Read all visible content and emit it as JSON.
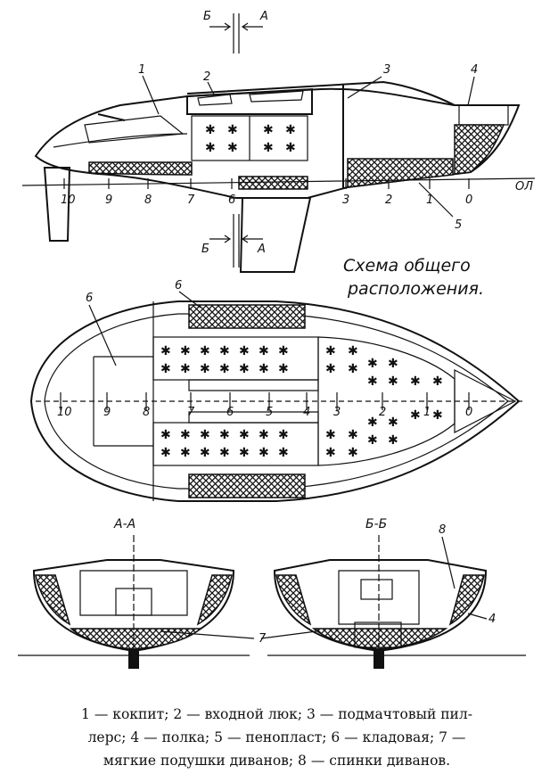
{
  "diagram": {
    "title_line1": "Схема общего",
    "title_line2": "расположения.",
    "section_AA": "А-А",
    "section_BB": "Б-Б",
    "cut_letter_b": "Б",
    "cut_letter_a": "А",
    "baseline_label": "ОЛ",
    "station_numbers_side": [
      "10",
      "9",
      "8",
      "7",
      "6",
      "3",
      "2",
      "1",
      "0"
    ],
    "station_numbers_plan": [
      "10",
      "9",
      "8",
      "7",
      "6",
      "5",
      "4",
      "3",
      "2",
      "1",
      "0"
    ],
    "callouts": {
      "c1": "1",
      "c2": "2",
      "c3": "3",
      "c4": "4",
      "c5": "5",
      "c6a": "6",
      "c6b": "6",
      "c7": "7",
      "c8": "8",
      "c4b": "4"
    }
  },
  "legend": {
    "line1": "1 — кокпит; 2 — входной люк; 3 — подмачтовый пил-",
    "line2": "лерс; 4 — полка; 5 — пенопласт; 6 — кладовая; 7 —",
    "line3": "мягкие подушки диванов; 8 — спинки диванов."
  }
}
